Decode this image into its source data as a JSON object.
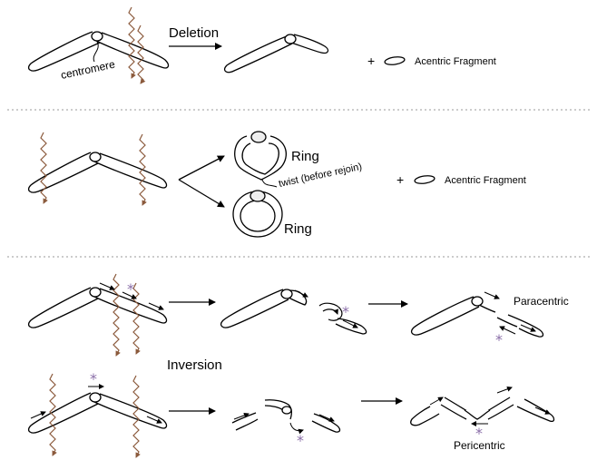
{
  "labels": {
    "deletion": "Deletion",
    "centromere": "centromere",
    "acentric_fragment_1": "Acentric Fragment",
    "acentric_fragment_2": "Acentric Fragment",
    "plus_1": "+",
    "plus_2": "+",
    "ring_1": "Ring",
    "ring_2": "Ring",
    "twist": "twist (before rejoin)",
    "inversion": "Inversion",
    "paracentric": "Paracentric",
    "pericentric": "Pericentric",
    "asterisk": "*"
  },
  "colors": {
    "ink": "#000000",
    "break_line": "#8b5a3c",
    "asterisk": "#8a6ea8",
    "divider": "#999999"
  }
}
